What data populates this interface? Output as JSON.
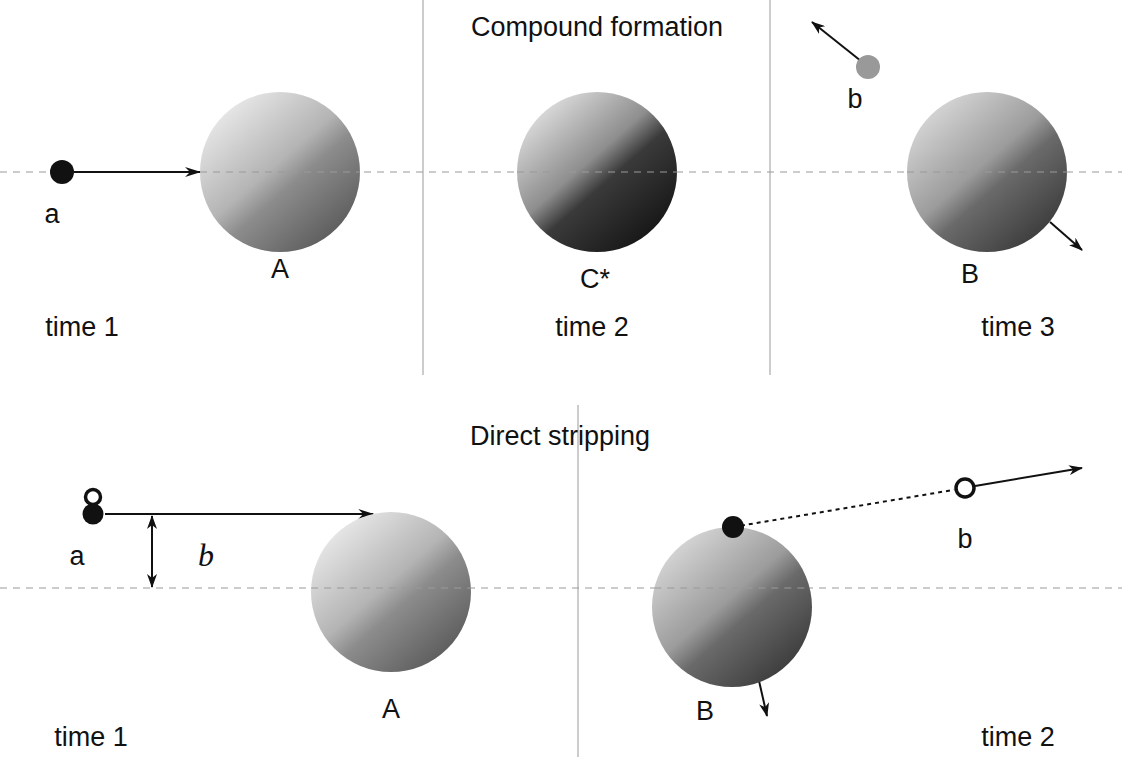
{
  "diagram": {
    "nodes": [
      {
        "text": [
          "a"
        ]
      },
      {
        "text": [
          "A"
        ]
      },
      {
        "text": [
          "C*"
        ]
      },
      {
        "text": [
          "b"
        ]
      },
      {
        "text": [
          "B"
        ]
      },
      {
        "text": [
          "a"
        ]
      },
      {
        "text": [
          "A"
        ]
      },
      {
        "text": [
          "B"
        ]
      },
      {
        "text": [
          "b"
        ]
      }
    ],
    "edges": [
      {
        "from": 0,
        "to": 1,
        "arrow": "to"
      },
      {
        "from": 5,
        "to": 6,
        "arrow": "to"
      },
      {
        "from": 7,
        "to": 8,
        "arrow": "none"
      }
    ],
    "labels": [
      "Compound formation",
      "time 1",
      "time 2",
      "time 3",
      "Direct stripping",
      "b",
      "time 1",
      "time 2"
    ]
  }
}
